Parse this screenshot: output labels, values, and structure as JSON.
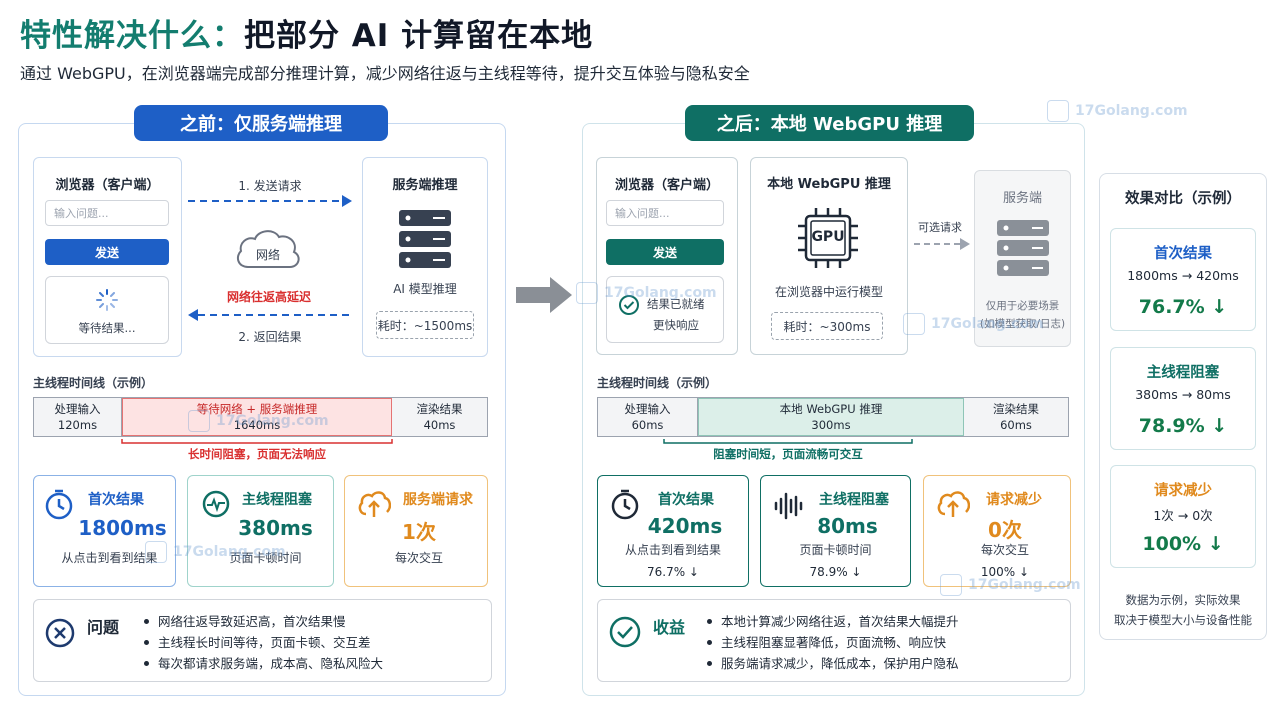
{
  "title": {
    "part1": "特性解决什么：",
    "part2": "把部分 AI 计算留在本地"
  },
  "subtitle": "通过 WebGPU，在浏览器端完成部分推理计算，减少网络往返与主线程等待，提升交互体验与隐私安全",
  "before": {
    "pill": "之前：仅服务端推理",
    "browser": {
      "title": "浏览器（客户端）",
      "placeholder": "输入问题...",
      "send": "发送",
      "waiting": "等待结果..."
    },
    "arrow_request": "1. 发送请求",
    "network": "网络",
    "network_note": "网络往返高延迟",
    "arrow_return": "2. 返回结果",
    "server": {
      "title": "服务端推理",
      "label": "AI 模型推理",
      "time": "耗时：~1500ms"
    },
    "timeline_title": "主线程时间线（示例）",
    "timeline": [
      {
        "name": "处理输入",
        "value": "120ms"
      },
      {
        "name": "等待网络 + 服务端推理",
        "value": "1640ms"
      },
      {
        "name": "渲染结果",
        "value": "40ms"
      }
    ],
    "timeline_note": "长时间阻塞，页面无法响应",
    "metrics": [
      {
        "title": "首次结果",
        "value": "1800ms",
        "sub": "从点击到看到结果"
      },
      {
        "title": "主线程阻塞",
        "value": "380ms",
        "sub": "页面卡顿时间"
      },
      {
        "title": "服务端请求",
        "value": "1次",
        "sub": "每次交互"
      }
    ],
    "issues_title": "问题",
    "issues": [
      "网络往返导致延迟高，首次结果慢",
      "主线程长时间等待，页面卡顿、交互差",
      "每次都请求服务端，成本高、隐私风险大"
    ]
  },
  "after": {
    "pill": "之后：本地 WebGPU 推理",
    "browser": {
      "title": "浏览器（客户端）",
      "placeholder": "输入问题...",
      "send": "发送",
      "ready1": "结果已就绪",
      "ready2": "更快响应"
    },
    "local": {
      "title": "本地 WebGPU 推理",
      "chip": "GPU",
      "label": "在浏览器中运行模型",
      "time": "耗时：~300ms"
    },
    "optional": "可选请求",
    "server": {
      "title": "服务端",
      "note1": "仅用于必要场景",
      "note2": "(如模型获取/日志)"
    },
    "timeline_title": "主线程时间线（示例）",
    "timeline": [
      {
        "name": "处理输入",
        "value": "60ms"
      },
      {
        "name": "本地 WebGPU 推理",
        "value": "300ms"
      },
      {
        "name": "渲染结果",
        "value": "60ms"
      }
    ],
    "timeline_note": "阻塞时间短，页面流畅可交互",
    "metrics": [
      {
        "title": "首次结果",
        "value": "420ms",
        "sub": "从点击到看到结果",
        "delta": "76.7% ↓"
      },
      {
        "title": "主线程阻塞",
        "value": "80ms",
        "sub": "页面卡顿时间",
        "delta": "78.9% ↓"
      },
      {
        "title": "请求减少",
        "value": "0次",
        "sub": "每次交互",
        "delta": "100% ↓"
      }
    ],
    "benefits_title": "收益",
    "benefits": [
      "本地计算减少网络往返，首次结果大幅提升",
      "主线程阻塞显著降低，页面流畅、响应快",
      "服务端请求减少，降低成本，保护用户隐私"
    ]
  },
  "compare": {
    "title": "效果对比（示例）",
    "items": [
      {
        "title": "首次结果",
        "from": "1800ms",
        "arrow": "→",
        "to": "420ms",
        "pct": "76.7% ↓"
      },
      {
        "title": "主线程阻塞",
        "from": "380ms",
        "arrow": "→",
        "to": "80ms",
        "pct": "78.9% ↓"
      },
      {
        "title": "请求减少",
        "from": "1次",
        "arrow": "→",
        "to": "0次",
        "pct": "100% ↓"
      }
    ],
    "note1": "数据为示例，实际效果",
    "note2": "取决于模型大小与设备性能"
  },
  "watermark": "17Golang.com",
  "colors": {
    "blue": "#1e5fc6",
    "teal": "#0f6f64",
    "orange": "#e08a1e",
    "red": "#d93030",
    "green": "#137a4a"
  }
}
